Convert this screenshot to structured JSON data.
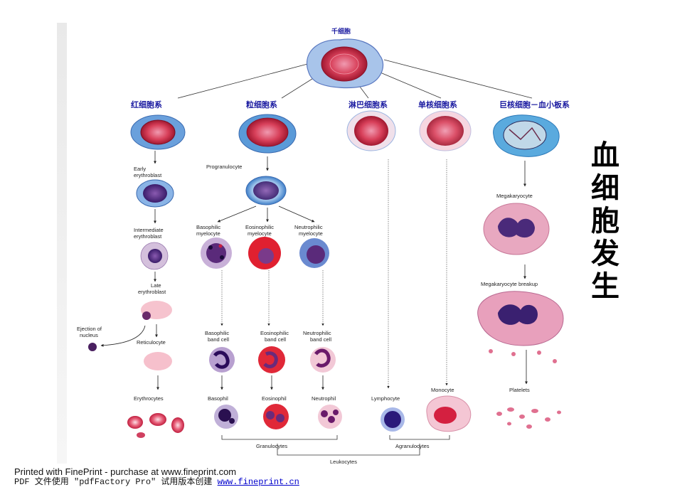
{
  "top": {
    "title": "千细胞"
  },
  "lineages": {
    "erythroid": "红细胞系",
    "granulocytic": "粒细胞系",
    "lymphoid": "淋巴细胞系",
    "monocytic": "单核细胞系",
    "megakaryocytic": "巨核细胞－血小板系"
  },
  "labels": {
    "early_erythroblast": [
      "Early",
      "erythroblast"
    ],
    "intermediate_erythroblast": [
      "Intermediate",
      "erythroblast"
    ],
    "late_erythroblast": [
      "Late",
      "erythroblast"
    ],
    "ejection_of_nucleus": [
      "Ejection of",
      "nucleus"
    ],
    "reticulocyte": "Reticulocyte",
    "erythrocytes": "Erythrocytes",
    "progranulocyte": "Progranulocyte",
    "basophilic_myelocyte": [
      "Basophilic",
      "myelocyte"
    ],
    "eosinophilic_myelocyte": [
      "Eosinophilic",
      "myelocyte"
    ],
    "neutrophilic_myelocyte": [
      "Neutrophilic",
      "myelocyte"
    ],
    "basophilic_band": [
      "Basophilic",
      "band cell"
    ],
    "eosinophilic_band": [
      "Eosinophilic",
      "band cell"
    ],
    "neutrophilic_band": [
      "Neutrophilic",
      "band cell"
    ],
    "basophil": "Basophil",
    "eosinophil": "Eosinophil",
    "neutrophil": "Neutrophil",
    "lymphocyte": "Lymphocyte",
    "monocyte": "Monocyte",
    "megakaryocyte": "Megakaryocyte",
    "megakaryocyte_breakup": "Megakaryocyte breakup",
    "platelets": "Platelets",
    "granulocytes": "Granulocytes",
    "agranulocytes": "Agranulocytes",
    "leukocytes": "Leukocytes"
  },
  "side_title": [
    "血",
    "细",
    "胞",
    "发",
    "生"
  ],
  "footer": {
    "line1": "Printed with FinePrint - purchase at www.fineprint.com",
    "line2_prefix": "PDF 文件使用 \"pdfFactory Pro\" 试用版本创建 ",
    "line2_link": "www.fineprint.cn"
  },
  "colors": {
    "lineage_label": "#1a1aa0",
    "cell_red": "#c8203a",
    "nucleus_purple": "#4a2a7a",
    "cytoplasm_blue": "#4f8fd0",
    "pink": "#e890b0"
  }
}
